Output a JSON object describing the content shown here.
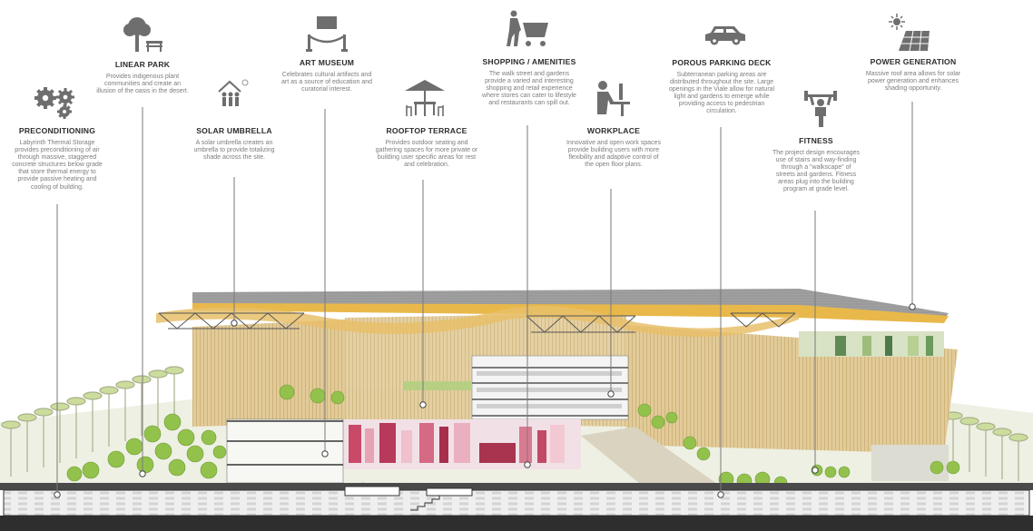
{
  "colors": {
    "text_dark": "#2b2b2b",
    "text_grey": "#7d7d7d",
    "icon_grey": "#6e6e6e",
    "leader": "#7a7a7a",
    "facade_tan": "#d9c08a",
    "roof_yellow": "#e9b84a",
    "pink_panel": "#c9566f",
    "tree_green": "#8fbf4a",
    "ground": "#3a3a3a"
  },
  "callouts": [
    {
      "id": "preconditioning",
      "title": "PRECONDITIONING",
      "desc": "Labyrinth Thermal Storage provides preconditioning of air through massive, staggered concrete structures below grade that store thermal energy to provide passive heating and cooling of building.",
      "icon": "gears-icon"
    },
    {
      "id": "linear-park",
      "title": "LINEAR PARK",
      "desc": "Provides indigenous plant communities and create an illusion of the oasis in the desert.",
      "icon": "tree-bench-icon"
    },
    {
      "id": "solar-umbrella",
      "title": "SOLAR UMBRELLA",
      "desc": "A solar umbrella creates an umbrella to provide totalizing shade across the site.",
      "icon": "shade-people-icon"
    },
    {
      "id": "art-museum",
      "title": "ART MUSEUM",
      "desc": "Celebrates cultural artifacts and art as a source of education and curatorial interest.",
      "icon": "painting-rope-icon"
    },
    {
      "id": "rooftop-terrace",
      "title": "ROOFTOP TERRACE",
      "desc": "Provides outdoor seating and gathering spaces for more private or building user specific areas for rest and celebration.",
      "icon": "umbrella-table-icon"
    },
    {
      "id": "shopping",
      "title": "SHOPPING / AMENITIES",
      "desc": "The walk street and gardens provide a varied and interesting shopping and retail experience where stores can cater to lifestyle and restaurants can spill out.",
      "icon": "shopping-cart-icon"
    },
    {
      "id": "workplace",
      "title": "WORKPLACE",
      "desc": "Innovative and open work spaces provide building users with more flexibility and adaptive control of the open floor plans.",
      "icon": "desk-worker-icon"
    },
    {
      "id": "parking",
      "title": "POROUS PARKING DECK",
      "desc": "Subterranean parking areas are distributed throughout the site. Large openings in the Viale allow for natural light and gardens to emerge while providing access to pedestrian circulation.",
      "icon": "car-icon"
    },
    {
      "id": "fitness",
      "title": "FITNESS",
      "desc": "The project design encourages use of stairs and way-finding through a \"walkscape\" of streets and gardens. Fitness areas plug into the building program at grade level.",
      "icon": "weightlifter-icon"
    },
    {
      "id": "power",
      "title": "POWER GENERATION",
      "desc": "Massive roof area allows for solar power generation and enhances shading opportunity.",
      "icon": "solar-panel-icon"
    }
  ]
}
